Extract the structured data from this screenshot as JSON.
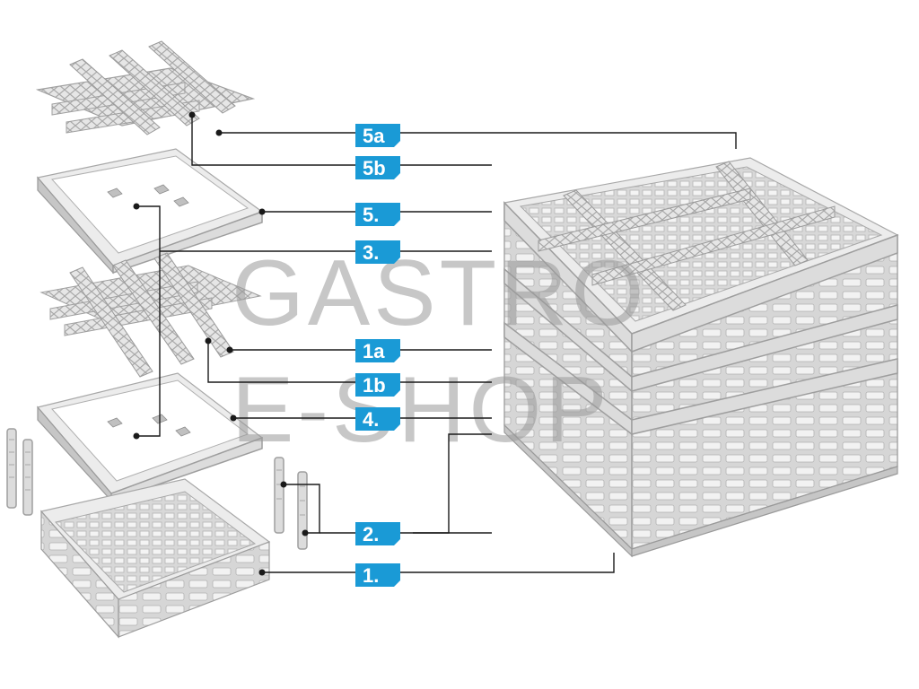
{
  "watermark": {
    "line1": "GASTRO",
    "line2": "E-SHOP"
  },
  "labels": [
    {
      "id": "5a",
      "text": "5a"
    },
    {
      "id": "5b",
      "text": "5b"
    },
    {
      "id": "5",
      "text": "5."
    },
    {
      "id": "3",
      "text": "3."
    },
    {
      "id": "1a",
      "text": "1a"
    },
    {
      "id": "1b",
      "text": "1b"
    },
    {
      "id": "4",
      "text": "4."
    },
    {
      "id": "2",
      "text": "2."
    },
    {
      "id": "1",
      "text": "1."
    }
  ],
  "colors": {
    "label_bg": "#1a9ad6",
    "label_text": "#ffffff",
    "rack_grey": "#dcdcdc",
    "leader_line": "#1a1a1a"
  }
}
